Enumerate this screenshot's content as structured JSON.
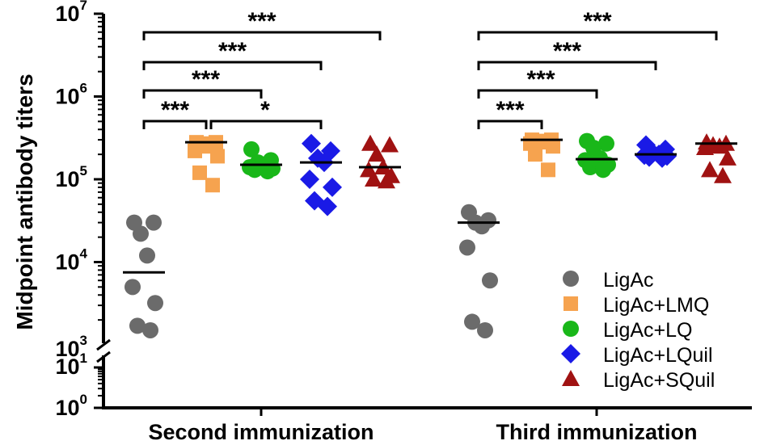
{
  "chart_data": {
    "type": "scatter",
    "ylabel": "Midpoint antibody titers",
    "yscale": "log",
    "ylim": [
      1000,
      10000000
    ],
    "y_lower_segment": [
      1,
      10
    ],
    "axis_break": "between 10^1 and 10^3",
    "y_ticks": [
      {
        "base": "10",
        "exp": "7",
        "value": 10000000
      },
      {
        "base": "10",
        "exp": "6",
        "value": 1000000
      },
      {
        "base": "10",
        "exp": "5",
        "value": 100000
      },
      {
        "base": "10",
        "exp": "4",
        "value": 10000
      },
      {
        "base": "10",
        "exp": "3",
        "value": 1000
      },
      {
        "base": "10",
        "exp": "1",
        "value": 10
      },
      {
        "base": "10",
        "exp": "0",
        "value": 1
      }
    ],
    "groups": [
      "Second immunization",
      "Third immunization"
    ],
    "legend_position": "bottom-right",
    "series": [
      {
        "name": "LigAc",
        "color": "#6b6b6b",
        "marker": "circle",
        "points": [
          [
            30000,
            30000,
            22000,
            12000,
            5000,
            3200,
            1700,
            1500
          ],
          [
            40000,
            32000,
            30000,
            27000,
            15000,
            6000,
            1900,
            1500
          ]
        ],
        "medians": [
          7500,
          30000
        ]
      },
      {
        "name": "LigAc+LMQ",
        "color": "#f6a34f",
        "marker": "square",
        "points": [
          [
            280000,
            280000,
            270000,
            250000,
            220000,
            190000,
            120000,
            85000
          ],
          [
            300000,
            300000,
            290000,
            280000,
            270000,
            250000,
            200000,
            130000
          ]
        ],
        "medians": [
          280000,
          300000
        ]
      },
      {
        "name": "LigAc+LQ",
        "color": "#19b719",
        "marker": "circle",
        "points": [
          [
            230000,
            170000,
            160000,
            150000,
            140000,
            135000,
            130000,
            125000
          ],
          [
            290000,
            270000,
            240000,
            180000,
            170000,
            150000,
            140000,
            130000
          ]
        ],
        "medians": [
          150000,
          175000
        ]
      },
      {
        "name": "LigAc+LQuil",
        "color": "#1a1ae6",
        "marker": "diamond",
        "points": [
          [
            270000,
            220000,
            180000,
            160000,
            100000,
            80000,
            55000,
            47000
          ],
          [
            260000,
            230000,
            210000,
            200000,
            195000,
            190000,
            185000,
            180000
          ]
        ],
        "medians": [
          160000,
          200000
        ]
      },
      {
        "name": "LigAc+SQuil",
        "color": "#a01212",
        "marker": "triangle",
        "points": [
          [
            270000,
            260000,
            200000,
            140000,
            130000,
            110000,
            100000,
            95000
          ],
          [
            280000,
            270000,
            260000,
            250000,
            240000,
            180000,
            130000,
            110000
          ]
        ],
        "medians": [
          140000,
          270000
        ]
      }
    ],
    "annotations": [
      {
        "group": "Second immunization",
        "from": "LigAc",
        "to": "LigAc+SQuil",
        "label": "***"
      },
      {
        "group": "Second immunization",
        "from": "LigAc",
        "to": "LigAc+LQuil",
        "label": "***"
      },
      {
        "group": "Second immunization",
        "from": "LigAc",
        "to": "LigAc+LQ",
        "label": "***"
      },
      {
        "group": "Second immunization",
        "from": "LigAc",
        "to": "LigAc+LMQ",
        "label": "***"
      },
      {
        "group": "Second immunization",
        "from": "LigAc+LMQ",
        "to": "LigAc+LQuil",
        "label": "*"
      },
      {
        "group": "Third immunization",
        "from": "LigAc",
        "to": "LigAc+SQuil",
        "label": "***"
      },
      {
        "group": "Third immunization",
        "from": "LigAc",
        "to": "LigAc+LQuil",
        "label": "***"
      },
      {
        "group": "Third immunization",
        "from": "LigAc",
        "to": "LigAc+LQ",
        "label": "***"
      },
      {
        "group": "Third immunization",
        "from": "LigAc",
        "to": "LigAc+LMQ",
        "label": "***"
      }
    ]
  }
}
